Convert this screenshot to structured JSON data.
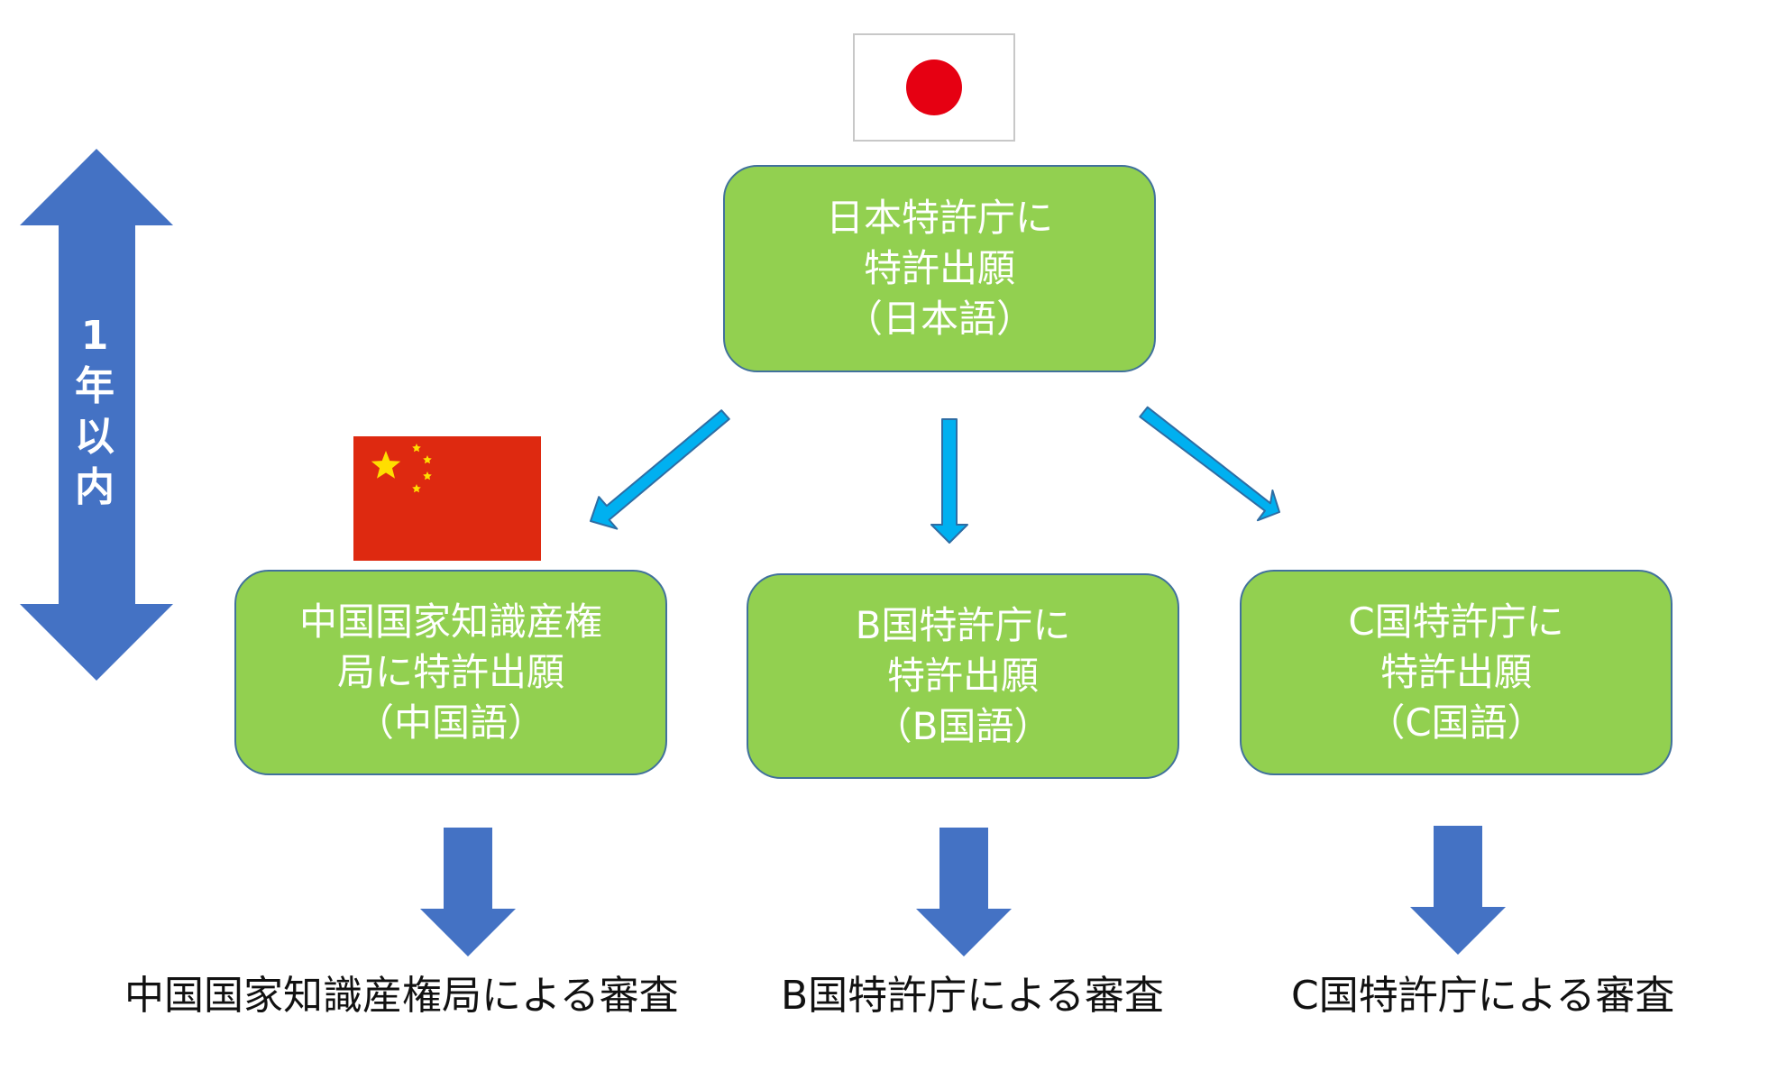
{
  "colors": {
    "box_fill": "#92d050",
    "box_border": "#41719c",
    "box_text": "#ffffff",
    "light_arrow": "#00b0f0",
    "dark_arrow": "#4472c4",
    "japan_red": "#e60012",
    "china_red": "#de2910",
    "china_star": "#ffde00"
  },
  "flags": {
    "japan": "japan-flag-icon",
    "china": "china-flag-icon"
  },
  "timeline": {
    "chars": [
      "1",
      "年",
      "以",
      "内"
    ]
  },
  "origin": {
    "lines": [
      "日本特許庁に",
      "特許出願",
      "（日本語）"
    ]
  },
  "applications": [
    {
      "lines": [
        "中国国家知識産権",
        "局に特許出願",
        "（中国語）"
      ]
    },
    {
      "lines": [
        "B国特許庁に",
        "特許出願",
        "（B国語）"
      ]
    },
    {
      "lines": [
        "C国特許庁に",
        "特許出願",
        "（C国語）"
      ]
    }
  ],
  "examinations": [
    "中国国家知識産権局による審査",
    "B国特許庁による審査",
    "C国特許庁による審査"
  ]
}
